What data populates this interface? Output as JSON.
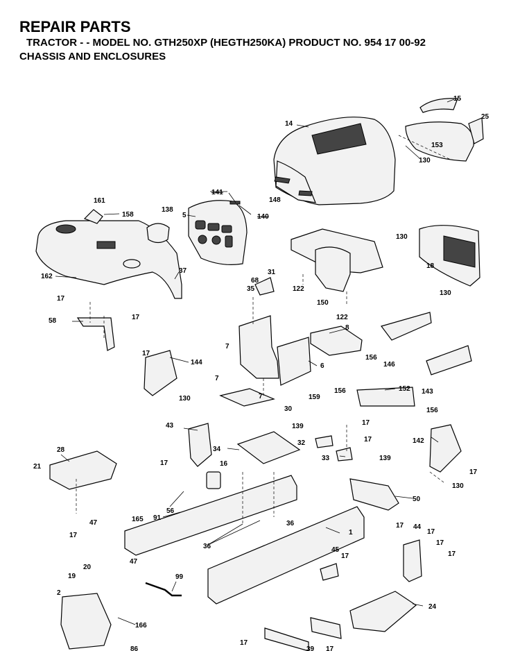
{
  "header": {
    "title": "REPAIR PARTS",
    "subtitle": "TRACTOR - - MODEL NO. GTH250XP (HEGTH250KA) PRODUCT NO. 954 17 00-92",
    "section": "CHASSIS AND ENCLOSURES"
  },
  "part_labels": [
    {
      "id": "p14",
      "text": "14"
    },
    {
      "id": "p15",
      "text": "15"
    },
    {
      "id": "p25",
      "text": "25"
    },
    {
      "id": "p153",
      "text": "153"
    },
    {
      "id": "p130a",
      "text": "130"
    },
    {
      "id": "p148",
      "text": "148"
    },
    {
      "id": "p141",
      "text": "141"
    },
    {
      "id": "p140",
      "text": "140"
    },
    {
      "id": "p5",
      "text": "5"
    },
    {
      "id": "p161",
      "text": "161"
    },
    {
      "id": "p158",
      "text": "158"
    },
    {
      "id": "p138",
      "text": "138"
    },
    {
      "id": "p37",
      "text": "37"
    },
    {
      "id": "p162",
      "text": "162"
    },
    {
      "id": "p130b",
      "text": "130"
    },
    {
      "id": "p18",
      "text": "18"
    },
    {
      "id": "p130c",
      "text": "130"
    },
    {
      "id": "p68",
      "text": "68"
    },
    {
      "id": "p35",
      "text": "35"
    },
    {
      "id": "p31",
      "text": "31"
    },
    {
      "id": "p122a",
      "text": "122"
    },
    {
      "id": "p150",
      "text": "150"
    },
    {
      "id": "p122b",
      "text": "122"
    },
    {
      "id": "p17a",
      "text": "17"
    },
    {
      "id": "p17b",
      "text": "17"
    },
    {
      "id": "p58",
      "text": "58"
    },
    {
      "id": "p8",
      "text": "8"
    },
    {
      "id": "p7a",
      "text": "7"
    },
    {
      "id": "p156a",
      "text": "156"
    },
    {
      "id": "p146",
      "text": "146"
    },
    {
      "id": "p6",
      "text": "6"
    },
    {
      "id": "p17c",
      "text": "17"
    },
    {
      "id": "p144",
      "text": "144"
    },
    {
      "id": "p7b",
      "text": "7"
    },
    {
      "id": "p7c",
      "text": "7"
    },
    {
      "id": "p159",
      "text": "159"
    },
    {
      "id": "p130d",
      "text": "130"
    },
    {
      "id": "p30",
      "text": "30"
    },
    {
      "id": "p152",
      "text": "152"
    },
    {
      "id": "p156b",
      "text": "156"
    },
    {
      "id": "p143",
      "text": "143"
    },
    {
      "id": "p156c",
      "text": "156"
    },
    {
      "id": "p43",
      "text": "43"
    },
    {
      "id": "p139a",
      "text": "139"
    },
    {
      "id": "p17d",
      "text": "17"
    },
    {
      "id": "p32",
      "text": "32"
    },
    {
      "id": "p17e",
      "text": "17"
    },
    {
      "id": "p142",
      "text": "142"
    },
    {
      "id": "p34",
      "text": "34"
    },
    {
      "id": "p33",
      "text": "33"
    },
    {
      "id": "p139b",
      "text": "139"
    },
    {
      "id": "p28",
      "text": "28"
    },
    {
      "id": "p21",
      "text": "21"
    },
    {
      "id": "p16",
      "text": "16"
    },
    {
      "id": "p17f",
      "text": "17"
    },
    {
      "id": "p17g",
      "text": "17"
    },
    {
      "id": "p130e",
      "text": "130"
    },
    {
      "id": "p56",
      "text": "56"
    },
    {
      "id": "p50",
      "text": "50"
    },
    {
      "id": "p47a",
      "text": "47"
    },
    {
      "id": "p165",
      "text": "165"
    },
    {
      "id": "p91",
      "text": "91"
    },
    {
      "id": "p36a",
      "text": "36"
    },
    {
      "id": "p17h",
      "text": "17"
    },
    {
      "id": "p44",
      "text": "44"
    },
    {
      "id": "p17i",
      "text": "17"
    },
    {
      "id": "p1",
      "text": "1"
    },
    {
      "id": "p36b",
      "text": "36"
    },
    {
      "id": "p17j",
      "text": "17"
    },
    {
      "id": "p47b",
      "text": "47"
    },
    {
      "id": "p17k",
      "text": "17"
    },
    {
      "id": "p45",
      "text": "45"
    },
    {
      "id": "p17l",
      "text": "17"
    },
    {
      "id": "p19",
      "text": "19"
    },
    {
      "id": "p20",
      "text": "20"
    },
    {
      "id": "p99",
      "text": "99"
    },
    {
      "id": "p17m",
      "text": "17"
    },
    {
      "id": "p2",
      "text": "2"
    },
    {
      "id": "p24",
      "text": "24"
    },
    {
      "id": "p166",
      "text": "166"
    },
    {
      "id": "p17n",
      "text": "17"
    },
    {
      "id": "p39",
      "text": "39"
    },
    {
      "id": "p17o",
      "text": "17"
    },
    {
      "id": "p86",
      "text": "86"
    }
  ]
}
